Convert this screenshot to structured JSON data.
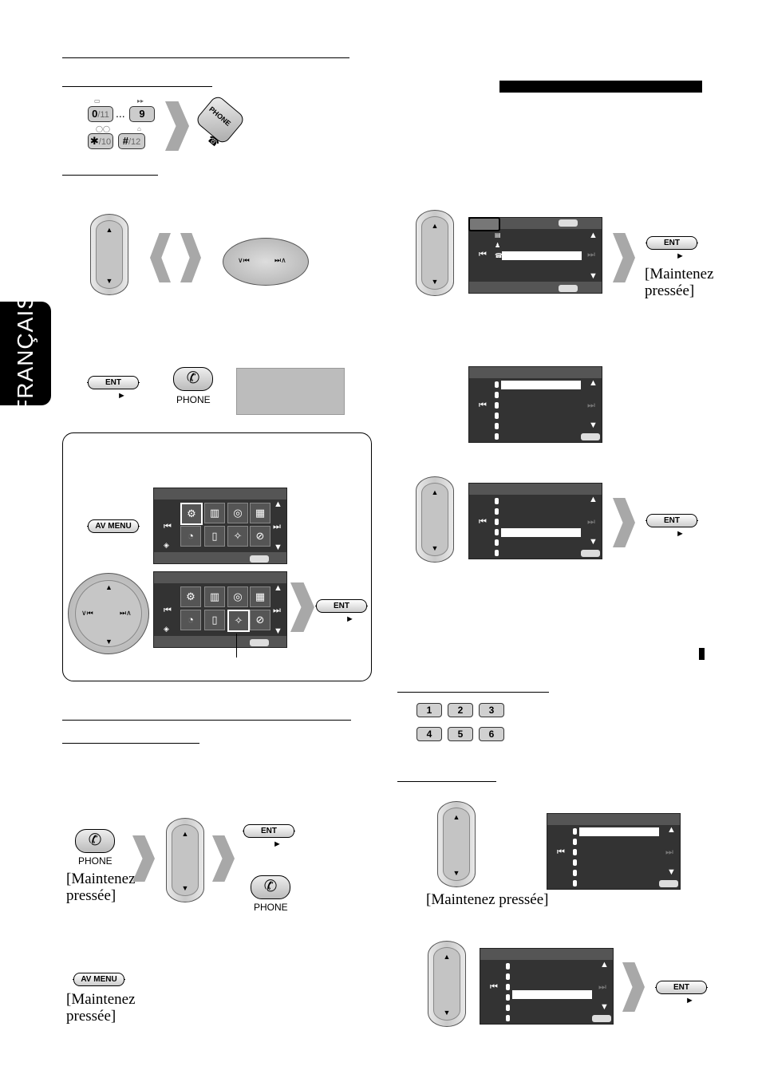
{
  "side_tab": {
    "language": "FRANÇAIS"
  },
  "keypad": {
    "key0": "0",
    "key0_alt": "/11",
    "ellipsis": "...",
    "key9": "9",
    "keystar": "✱",
    "keystar_alt": "/10",
    "keyhash": "#",
    "keyhash_alt": "/12",
    "phone_key_label": "PHONE"
  },
  "buttons": {
    "ent": "ENT",
    "phone": "PHONE",
    "av_menu": "AV MENU",
    "play_symbol": "►"
  },
  "notes": {
    "hold_pressed": "[Maintenez pressée]",
    "hold_line1": "[Maintenez",
    "hold_line2": "pressée]"
  },
  "number_keys": [
    "1",
    "2",
    "3",
    "4",
    "5",
    "6"
  ],
  "dial_labels": {
    "left": "∨⏮",
    "right": "⏭∧"
  },
  "colors": {
    "tab": "#000000",
    "screen": "#333333",
    "arrow": "#a8a8a8"
  }
}
